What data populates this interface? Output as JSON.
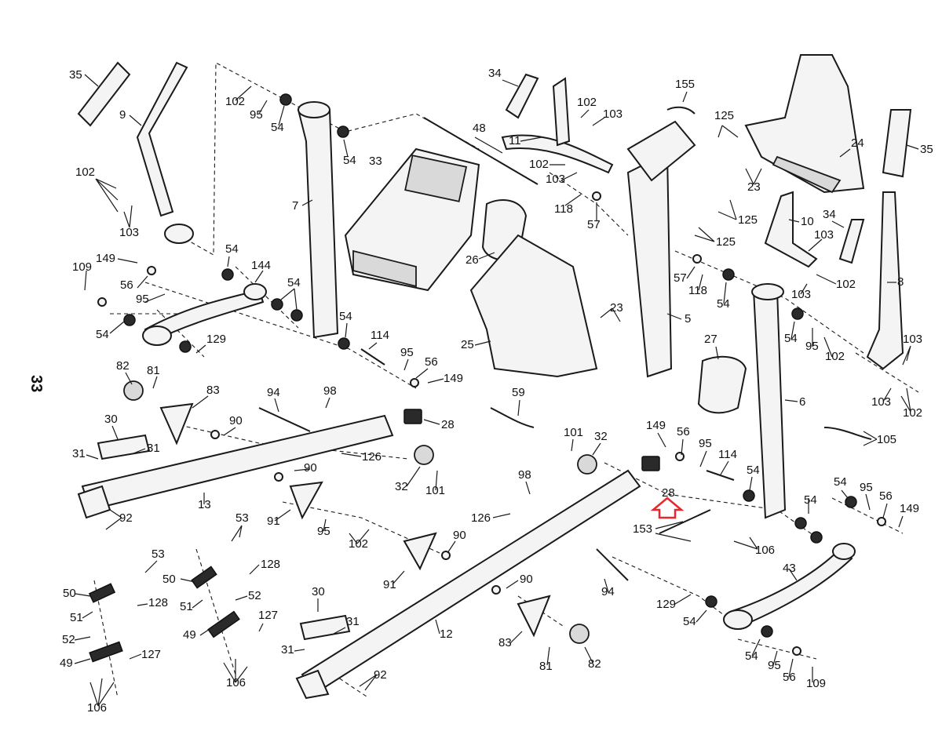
{
  "page_number": "33",
  "highlight_color": "#e8262c",
  "highlighted_part": "28",
  "callouts": [
    {
      "id": "c35a",
      "text": "35"
    },
    {
      "id": "c9",
      "text": "9"
    },
    {
      "id": "c102a",
      "text": "102"
    },
    {
      "id": "c103a",
      "text": "103"
    },
    {
      "id": "c102b",
      "text": "102"
    },
    {
      "id": "c95a",
      "text": "95"
    },
    {
      "id": "c54a",
      "text": "54"
    },
    {
      "id": "c54b",
      "text": "54"
    },
    {
      "id": "c7",
      "text": "7"
    },
    {
      "id": "c33",
      "text": "33"
    },
    {
      "id": "c48",
      "text": "48"
    },
    {
      "id": "c34a",
      "text": "34"
    },
    {
      "id": "c11",
      "text": "11"
    },
    {
      "id": "c102c",
      "text": "102"
    },
    {
      "id": "c103b",
      "text": "103"
    },
    {
      "id": "c102d",
      "text": "102"
    },
    {
      "id": "c103c",
      "text": "103"
    },
    {
      "id": "c118a",
      "text": "118"
    },
    {
      "id": "c57a",
      "text": "57"
    },
    {
      "id": "c155",
      "text": "155"
    },
    {
      "id": "c125a",
      "text": "125"
    },
    {
      "id": "c24",
      "text": "24"
    },
    {
      "id": "c35b",
      "text": "35"
    },
    {
      "id": "c23a",
      "text": "23"
    },
    {
      "id": "c125b",
      "text": "125"
    },
    {
      "id": "c125c",
      "text": "125"
    },
    {
      "id": "c10",
      "text": "10"
    },
    {
      "id": "c34b",
      "text": "34"
    },
    {
      "id": "c103d",
      "text": "103"
    },
    {
      "id": "c102e",
      "text": "102"
    },
    {
      "id": "c103e",
      "text": "103"
    },
    {
      "id": "c8",
      "text": "8"
    },
    {
      "id": "c109a",
      "text": "109"
    },
    {
      "id": "c149a",
      "text": "149"
    },
    {
      "id": "c54c",
      "text": "54"
    },
    {
      "id": "c144",
      "text": "144"
    },
    {
      "id": "c56a",
      "text": "56"
    },
    {
      "id": "c95b",
      "text": "95"
    },
    {
      "id": "c54d",
      "text": "54"
    },
    {
      "id": "c54e",
      "text": "54"
    },
    {
      "id": "c54f",
      "text": "54"
    },
    {
      "id": "c26",
      "text": "26"
    },
    {
      "id": "c57b",
      "text": "57"
    },
    {
      "id": "c118b",
      "text": "118"
    },
    {
      "id": "c54g",
      "text": "54"
    },
    {
      "id": "c5",
      "text": "5"
    },
    {
      "id": "c23b",
      "text": "23"
    },
    {
      "id": "c25",
      "text": "25"
    },
    {
      "id": "c114a",
      "text": "114"
    },
    {
      "id": "c129a",
      "text": "129"
    },
    {
      "id": "c95c",
      "text": "95"
    },
    {
      "id": "c56b",
      "text": "56"
    },
    {
      "id": "c149b",
      "text": "149"
    },
    {
      "id": "c54h",
      "text": "54"
    },
    {
      "id": "c95d",
      "text": "95"
    },
    {
      "id": "c102f",
      "text": "102"
    },
    {
      "id": "c27",
      "text": "27"
    },
    {
      "id": "c103f",
      "text": "103"
    },
    {
      "id": "c103g",
      "text": "103"
    },
    {
      "id": "c102g",
      "text": "102"
    },
    {
      "id": "c82a",
      "text": "82"
    },
    {
      "id": "c81a",
      "text": "81"
    },
    {
      "id": "c83a",
      "text": "83"
    },
    {
      "id": "c94a",
      "text": "94"
    },
    {
      "id": "c98a",
      "text": "98"
    },
    {
      "id": "c59",
      "text": "59"
    },
    {
      "id": "c6",
      "text": "6"
    },
    {
      "id": "c30a",
      "text": "30"
    },
    {
      "id": "c90a",
      "text": "90"
    },
    {
      "id": "c28a",
      "text": "28"
    },
    {
      "id": "c31a",
      "text": "31"
    },
    {
      "id": "c31b",
      "text": "31"
    },
    {
      "id": "c126a",
      "text": "126"
    },
    {
      "id": "c90b",
      "text": "90"
    },
    {
      "id": "c32a",
      "text": "32"
    },
    {
      "id": "c101a",
      "text": "101"
    },
    {
      "id": "c101b",
      "text": "101"
    },
    {
      "id": "c32b",
      "text": "32"
    },
    {
      "id": "c149c",
      "text": "149"
    },
    {
      "id": "c56c",
      "text": "56"
    },
    {
      "id": "c95e",
      "text": "95"
    },
    {
      "id": "c114b",
      "text": "114"
    },
    {
      "id": "c54i",
      "text": "54"
    },
    {
      "id": "c105",
      "text": "105"
    },
    {
      "id": "c13",
      "text": "13"
    },
    {
      "id": "c91a",
      "text": "91"
    },
    {
      "id": "c92a",
      "text": "92"
    },
    {
      "id": "c98b",
      "text": "98"
    },
    {
      "id": "c28b",
      "text": "28"
    },
    {
      "id": "c126b",
      "text": "126"
    },
    {
      "id": "c54j",
      "text": "54"
    },
    {
      "id": "c95f",
      "text": "95"
    },
    {
      "id": "c56d",
      "text": "56"
    },
    {
      "id": "c149d",
      "text": "149"
    },
    {
      "id": "c53a",
      "text": "53"
    },
    {
      "id": "c95g",
      "text": "95"
    },
    {
      "id": "c102h",
      "text": "102"
    },
    {
      "id": "c90c",
      "text": "90"
    },
    {
      "id": "c153",
      "text": "153"
    },
    {
      "id": "c106a",
      "text": "106"
    },
    {
      "id": "c53b",
      "text": "53"
    },
    {
      "id": "c128a",
      "text": "128"
    },
    {
      "id": "c91b",
      "text": "91"
    },
    {
      "id": "c54k",
      "text": "54"
    },
    {
      "id": "c43",
      "text": "43"
    },
    {
      "id": "c50a",
      "text": "50"
    },
    {
      "id": "c50b",
      "text": "50"
    },
    {
      "id": "c52a",
      "text": "52"
    },
    {
      "id": "c30b",
      "text": "30"
    },
    {
      "id": "c90d",
      "text": "90"
    },
    {
      "id": "c94b",
      "text": "94"
    },
    {
      "id": "c129b",
      "text": "129"
    },
    {
      "id": "c51a",
      "text": "51"
    },
    {
      "id": "c128b",
      "text": "128"
    },
    {
      "id": "c51b",
      "text": "51"
    },
    {
      "id": "c127a",
      "text": "127"
    },
    {
      "id": "c54l",
      "text": "54"
    },
    {
      "id": "c52b",
      "text": "52"
    },
    {
      "id": "c49a",
      "text": "49"
    },
    {
      "id": "c31c",
      "text": "31"
    },
    {
      "id": "c12",
      "text": "12"
    },
    {
      "id": "c83b",
      "text": "83"
    },
    {
      "id": "c31d",
      "text": "31"
    },
    {
      "id": "c49b",
      "text": "49"
    },
    {
      "id": "c127b",
      "text": "127"
    },
    {
      "id": "c54m",
      "text": "54"
    },
    {
      "id": "c95h",
      "text": "95"
    },
    {
      "id": "c56e",
      "text": "56"
    },
    {
      "id": "c109b",
      "text": "109"
    },
    {
      "id": "c106b",
      "text": "106"
    },
    {
      "id": "c82b",
      "text": "82"
    },
    {
      "id": "c81b",
      "text": "81"
    },
    {
      "id": "c92b",
      "text": "92"
    },
    {
      "id": "c106c",
      "text": "106"
    }
  ]
}
